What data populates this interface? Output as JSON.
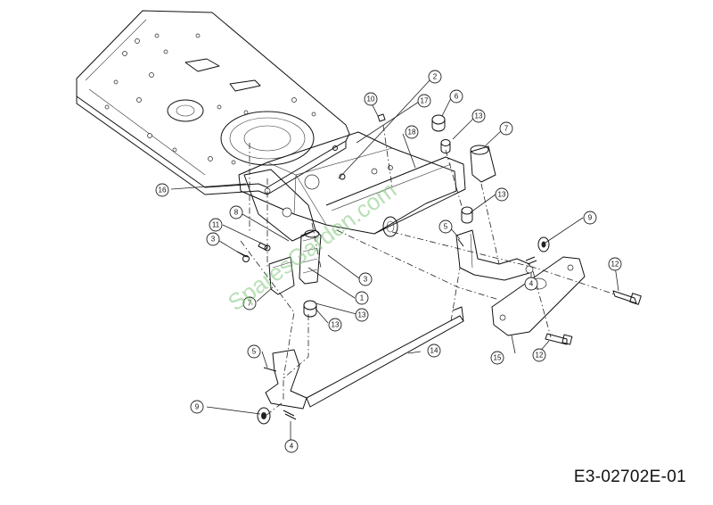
{
  "drawing_code": "E3-02702E-01",
  "watermark": "SparesGarden.com",
  "callouts": [
    "1",
    "2",
    "3",
    "3",
    "4",
    "4",
    "5",
    "5",
    "6",
    "7",
    "7",
    "8",
    "9",
    "9",
    "10",
    "11",
    "12",
    "12",
    "13",
    "13",
    "13",
    "13",
    "14",
    "15",
    "16",
    "17",
    "18"
  ]
}
